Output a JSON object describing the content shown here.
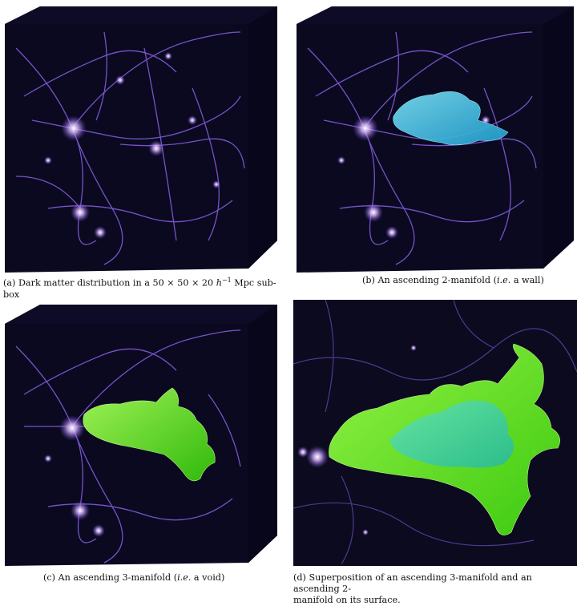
{
  "captions": {
    "a": "(a) Dark matter distribution in a 50 × 50 × 20 h⁻¹ Mpc sub-box",
    "b": "(b) An ascending 2-manifold (i.e. a wall)",
    "c": "(c) An ascending 3-manifold (i.e. a void)",
    "d_line1": "(d) Superposition of an ascending 3-manifold and an ascending 2-",
    "d_line2": "manifold on its surface."
  },
  "colors": {
    "background": "#0b0a1e",
    "filament": "#9a6cff",
    "halo": "#f2e6ff",
    "wall_surface": "#3fc8e8",
    "void_surface": "#6bf21c"
  }
}
